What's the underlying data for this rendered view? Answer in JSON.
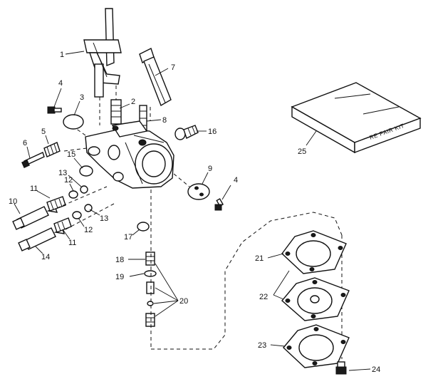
{
  "callouts": {
    "c1": "1",
    "c2": "2",
    "c3": "3",
    "c4a": "4",
    "c4b": "4",
    "c5": "5",
    "c6": "6",
    "c7": "7",
    "c8": "8",
    "c9": "9",
    "c10": "10",
    "c11a": "11",
    "c11b": "11",
    "c12a": "12",
    "c12b": "12",
    "c13a": "13",
    "c13b": "13",
    "c14": "14",
    "c15": "15",
    "c16": "16",
    "c17": "17",
    "c18": "18",
    "c19": "19",
    "c20": "20",
    "c21": "21",
    "c22": "22",
    "c23": "23",
    "c24": "24",
    "c25": "25"
  },
  "kit_box": {
    "label": "RE PAIR KIT"
  }
}
